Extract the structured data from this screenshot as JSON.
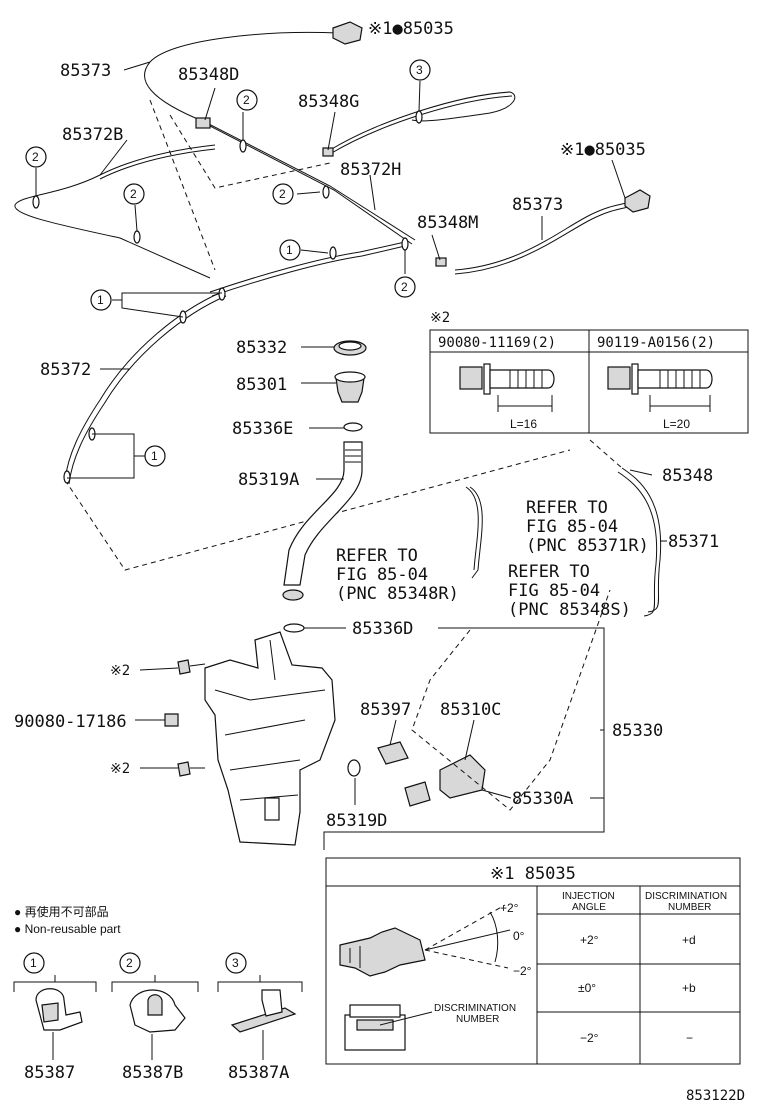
{
  "labels": {
    "p85035_top": "※1●85035",
    "p85373_top": "85373",
    "p85348d": "85348D",
    "p85348g": "85348G",
    "p85372b": "85372B",
    "p85372h": "85372H",
    "p85035_right": "※1●85035",
    "p85373_right": "85373",
    "p85348m": "85348M",
    "p85372": "85372",
    "p85332": "85332",
    "p85301": "85301",
    "p85336e": "85336E",
    "p85319a": "85319A",
    "p85348": "85348",
    "p85371": "85371",
    "p85336d": "85336D",
    "p85397": "85397",
    "p85310c": "85310C",
    "p85330": "85330",
    "p85330a": "85330A",
    "p85319d": "85319D",
    "p90080_17186": "90080-17186",
    "note2_a": "※2",
    "note2_b": "※2",
    "refer1_l1": "REFER TO",
    "refer1_l2": "FIG 85-04",
    "refer1_l3": "(PNC 85371R)",
    "refer2_l1": "REFER TO",
    "refer2_l2": "FIG 85-04",
    "refer2_l3": "(PNC 85348R)",
    "refer3_l1": "REFER TO",
    "refer3_l2": "FIG 85-04",
    "refer3_l3": "(PNC 85348S)",
    "clip1_part": "85387",
    "clip2_part": "85387B",
    "clip3_part": "85387A",
    "diagram_code": "853122D"
  },
  "circle_refs": [
    "1",
    "2",
    "3"
  ],
  "bolt_table": {
    "mark": "※2",
    "col1": "90080-11169(2)",
    "col2": "90119-A0156(2)",
    "len1": "L=16",
    "len2": "L=20"
  },
  "legend": {
    "jp": "● 再使用不可部品",
    "en": "● Non-reusable part"
  },
  "nozzle_table": {
    "title": "※1 85035",
    "header_angle": "INJECTION ANGLE",
    "header_angle_l1": "INJECTION",
    "header_angle_l2": "ANGLE",
    "header_disc_l1": "DISCRIMINATION",
    "header_disc_l2": "NUMBER",
    "rows": [
      {
        "angle": "+2°",
        "number": "+d"
      },
      {
        "angle": "±0°",
        "number": "+b"
      },
      {
        "angle": "−2°",
        "number": "−"
      }
    ],
    "angle_plus": "+2°",
    "angle_zero": "0°",
    "angle_minus": "−2°",
    "disc_l1": "DISCRIMINATION",
    "disc_l2": "NUMBER"
  }
}
